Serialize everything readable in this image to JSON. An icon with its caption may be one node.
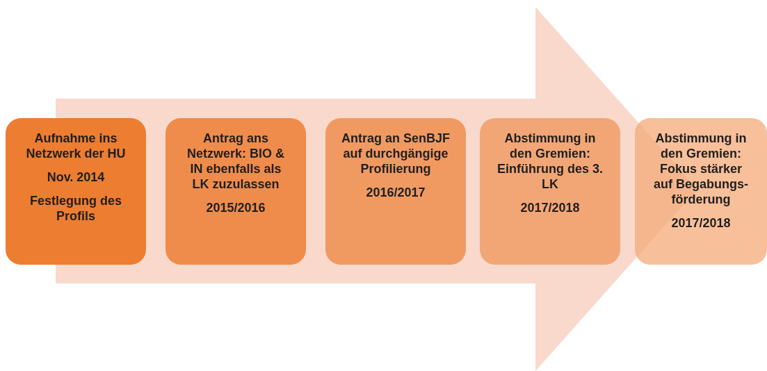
{
  "diagram": {
    "nodes": [
      {
        "text": [
          "Aufnahme ins Netzwerk der HU",
          "Nov. 2014",
          "Festlegung des Profils"
        ]
      },
      {
        "text": [
          "Antrag ans Netzwerk: BIO & IN ebenfalls als LK zuzulassen",
          "2015/2016"
        ]
      },
      {
        "text": [
          "Antrag an SenBJF auf durchgängige Profilierung",
          "2016/2017"
        ]
      },
      {
        "text": [
          "Abstimmung in den Gremien: Einführung des 3. LK",
          "2017/2018"
        ]
      },
      {
        "text": [
          "Abstimmung in den Gremien: Fokus stärker auf Begabungs-förderung",
          "2017/2018"
        ]
      }
    ],
    "edges": [
      {
        "from": 0,
        "to": 4,
        "arrow": "to",
        "style": "thick"
      }
    ]
  }
}
